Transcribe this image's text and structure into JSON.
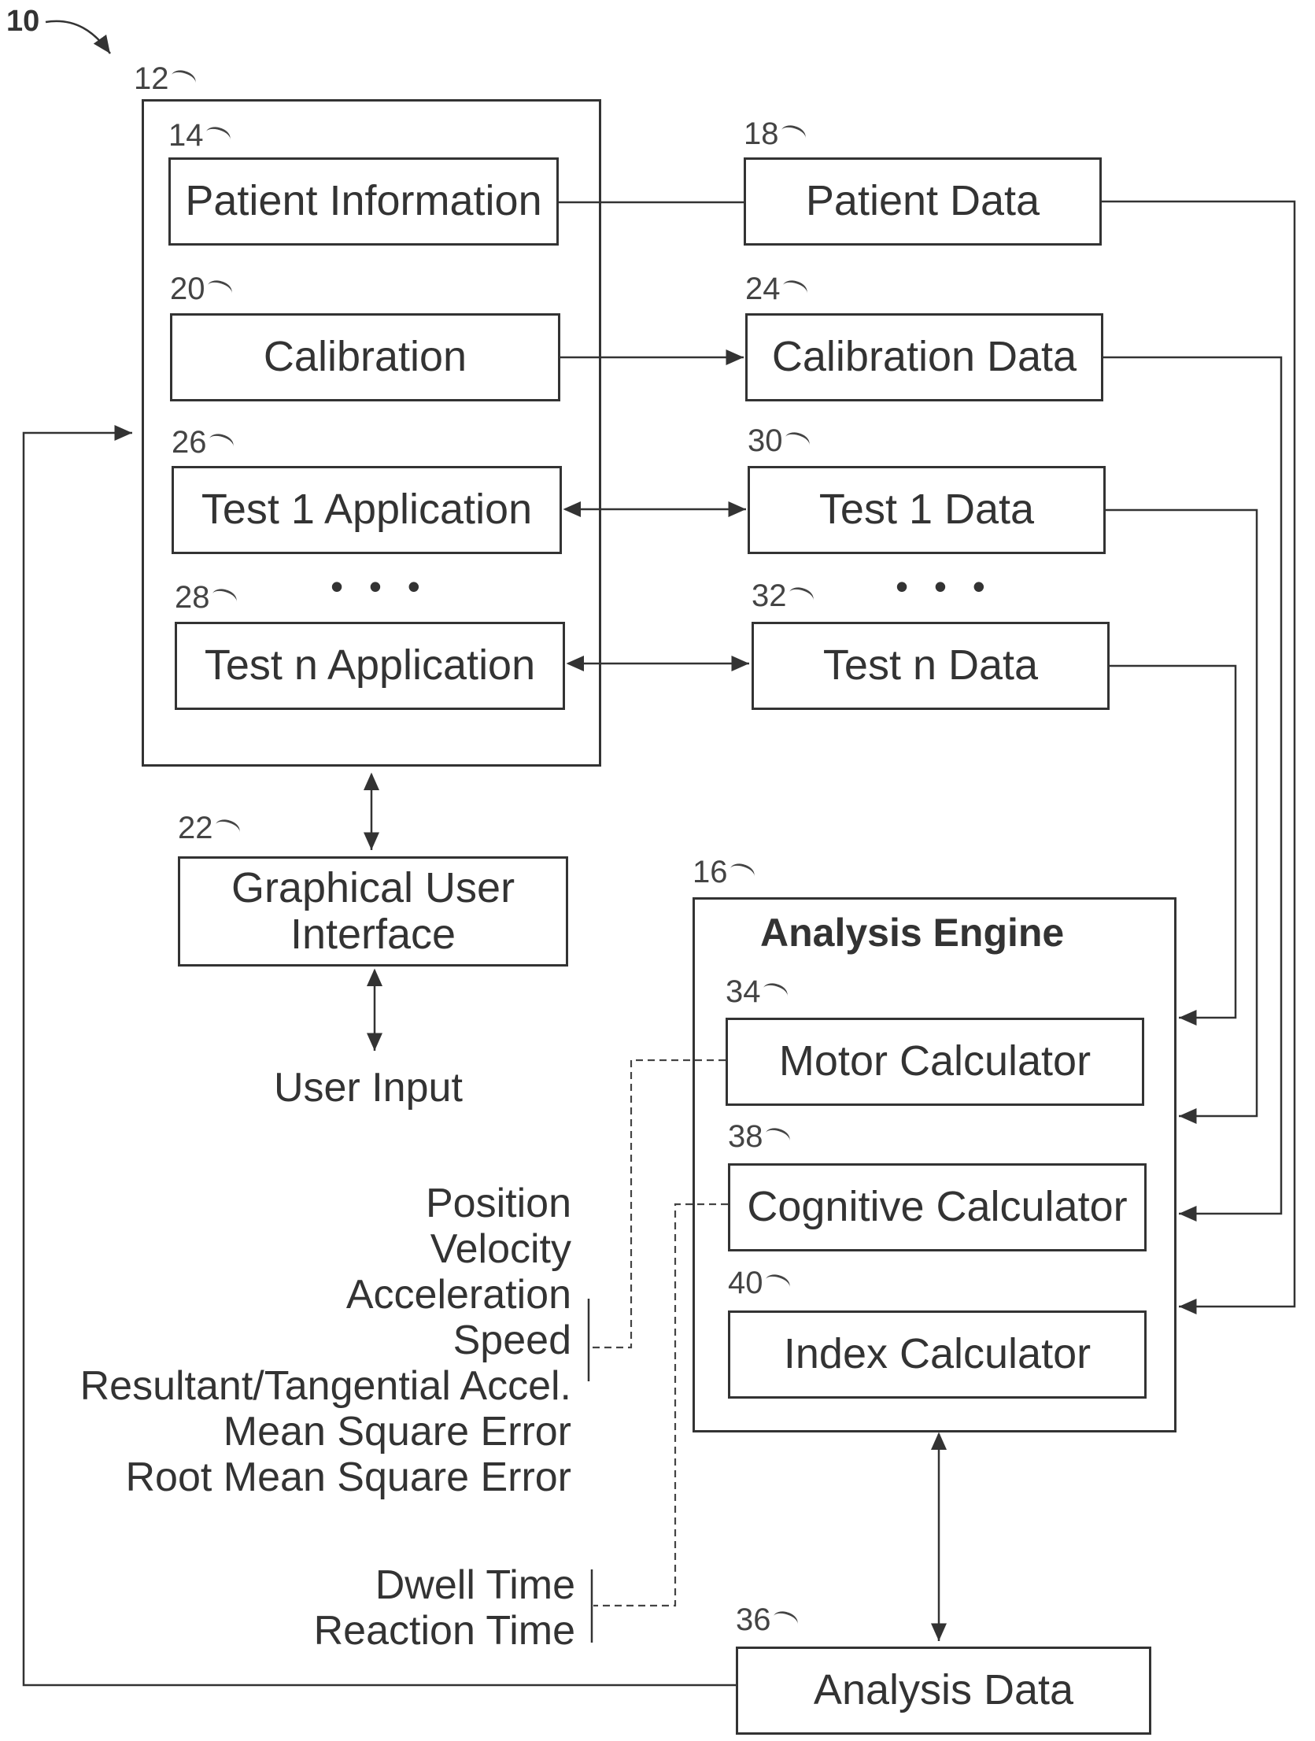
{
  "figure": {
    "ref": "10",
    "system_ref": "12"
  },
  "application": {
    "patient_information": {
      "ref": "14",
      "label": "Patient Information"
    },
    "calibration": {
      "ref": "20",
      "label": "Calibration"
    },
    "test1_app": {
      "ref": "26",
      "label": "Test 1 Application"
    },
    "testn_app": {
      "ref": "28",
      "label": "Test n Application"
    },
    "ellipsis": "• • •"
  },
  "data_stores": {
    "patient_data": {
      "ref": "18",
      "label": "Patient Data"
    },
    "calibration_data": {
      "ref": "24",
      "label": "Calibration Data"
    },
    "test1_data": {
      "ref": "30",
      "label": "Test 1 Data"
    },
    "testn_data": {
      "ref": "32",
      "label": "Test n Data"
    },
    "ellipsis": "• • •"
  },
  "gui": {
    "ref": "22",
    "label_line1": "Graphical User",
    "label_line2": "Interface",
    "user_input": "User Input"
  },
  "analysis_engine": {
    "ref": "16",
    "title": "Analysis Engine",
    "motor": {
      "ref": "34",
      "label": "Motor Calculator"
    },
    "cognitive": {
      "ref": "38",
      "label": "Cognitive Calculator"
    },
    "index": {
      "ref": "40",
      "label": "Index Calculator"
    }
  },
  "analysis_data": {
    "ref": "36",
    "label": "Analysis Data"
  },
  "motor_metrics": [
    "Position",
    "Velocity",
    "Acceleration",
    "Speed",
    "Resultant/Tangential Accel.",
    "Mean Square Error",
    "Root Mean Square Error"
  ],
  "cognitive_metrics": [
    "Dwell Time",
    "Reaction Time"
  ]
}
